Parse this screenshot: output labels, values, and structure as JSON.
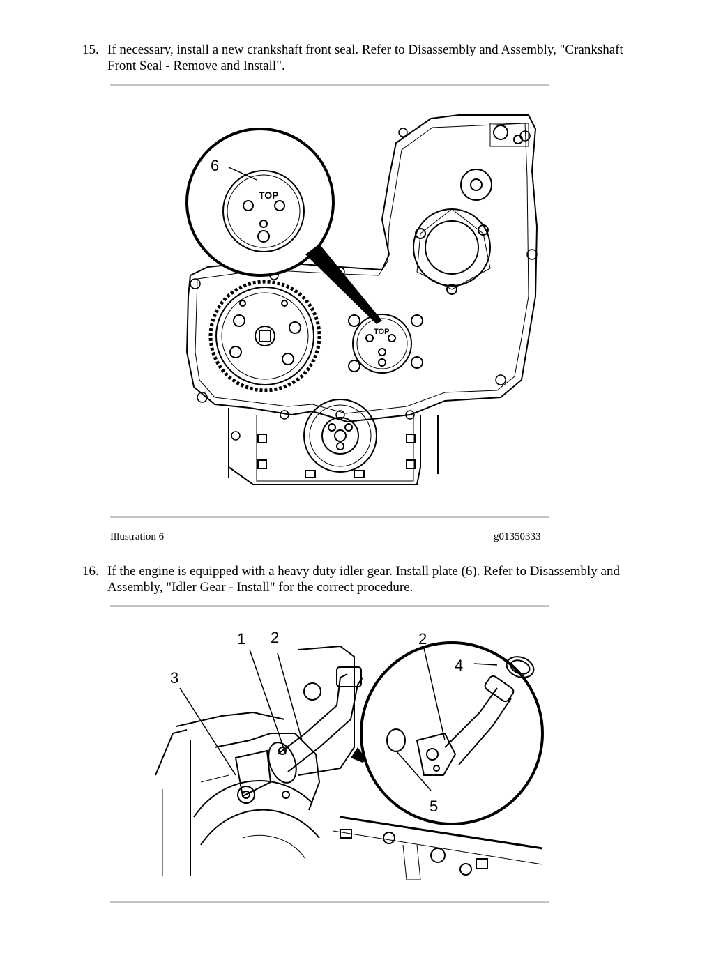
{
  "steps": [
    {
      "number": "15.",
      "text": "If necessary, install a new crankshaft front seal. Refer to Disassembly and Assembly, \"Crankshaft Front Seal - Remove and Install\"."
    },
    {
      "number": "16.",
      "text": "If the engine is equipped with a heavy duty idler gear. Install plate (6). Refer to Disassembly and Assembly, \"Idler Gear - Install\" for the correct procedure."
    }
  ],
  "figure1": {
    "caption_label": "Illustration 6",
    "caption_id": "g01350333",
    "callout": "6",
    "plate_marking": "TOP"
  },
  "figure2": {
    "callouts": [
      "1",
      "2",
      "3",
      "2",
      "4",
      "5"
    ]
  }
}
